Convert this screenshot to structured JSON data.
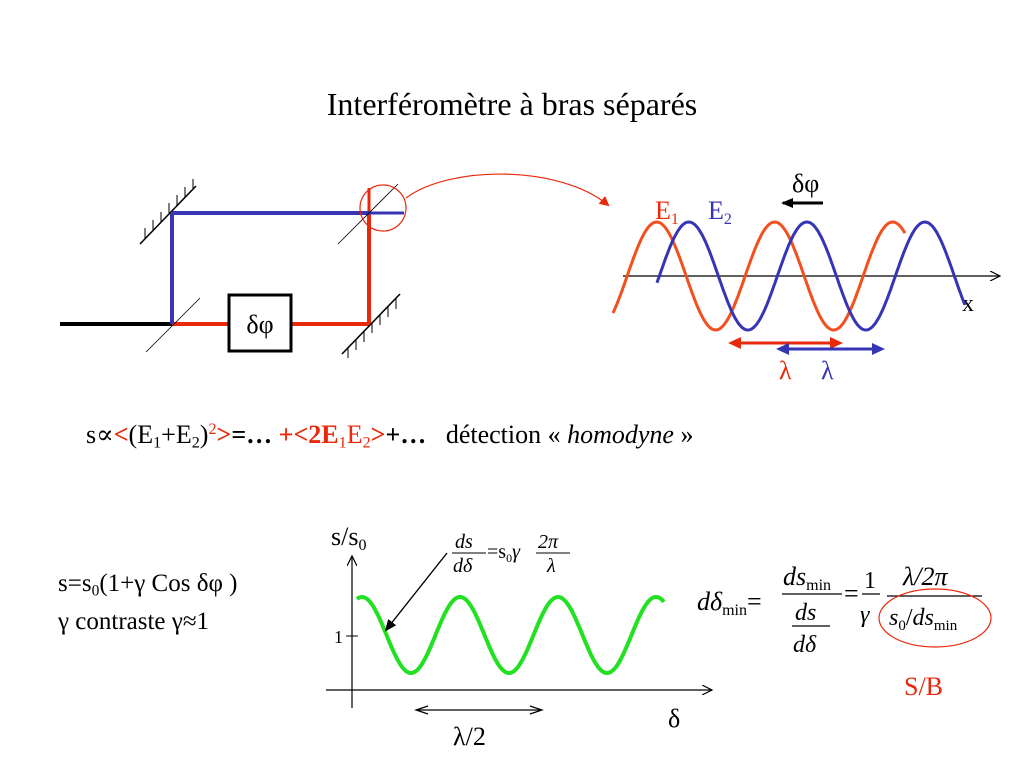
{
  "title": "Interféromètre à bras séparés",
  "setup": {
    "phase_box": "δφ"
  },
  "wave_panel": {
    "phase_label": "δφ",
    "e1": "E",
    "e1_sub": "1",
    "e2": "E",
    "e2_sub": "2",
    "x_label": "x",
    "lambda1": "λ",
    "lambda2": "λ",
    "colors": {
      "e1": "#f2501e",
      "e2": "#3636b4"
    }
  },
  "signal_eq": {
    "s_prop": "s∝",
    "lt": "<",
    "open": "(E",
    "s1": "1",
    "plus": "+E",
    "s2": "2",
    "close": ")",
    "sq": "2",
    "gt": ">",
    "eq": "=… ",
    "cross_start": "+<2E",
    "c1": "1",
    "c_e2": "E",
    "c2": "2",
    "cross_end": ">",
    "rest": "+…",
    "detection": "détection « ",
    "homodyne": "homodyne",
    "detection_end": " »"
  },
  "signal_model": {
    "line1_a": "s=s",
    "line1_sub": "0",
    "line1_b": "(1+γ Cos δφ )",
    "line2": "γ contraste γ≈1"
  },
  "signal_plot": {
    "y_label": "s/s",
    "y_label_sub": "0",
    "x_label": "δ",
    "tick_one": "1",
    "period_label": "λ/2",
    "curve_color": "#22e022"
  },
  "slope_formula": {
    "ds": "ds",
    "dd": "dδ",
    "eq": "=s",
    "sub0": "0",
    "gamma": "γ",
    "two_pi": "2π",
    "lambda": "λ"
  },
  "sensitivity_formula": {
    "d_delta": "dδ",
    "min": "min",
    "eq1": "=",
    "ds_num": "ds",
    "ds_den": "ds",
    "dd_den": "dδ",
    "eq2": "=",
    "one": "1",
    "gamma": "γ",
    "lam_2pi": "λ/2π",
    "s0": "s",
    "s0_sub": "0",
    "slash": "/",
    "ds_min": "ds",
    "min2": "min",
    "snr": "S/B",
    "snr_color": "#e8290b"
  }
}
